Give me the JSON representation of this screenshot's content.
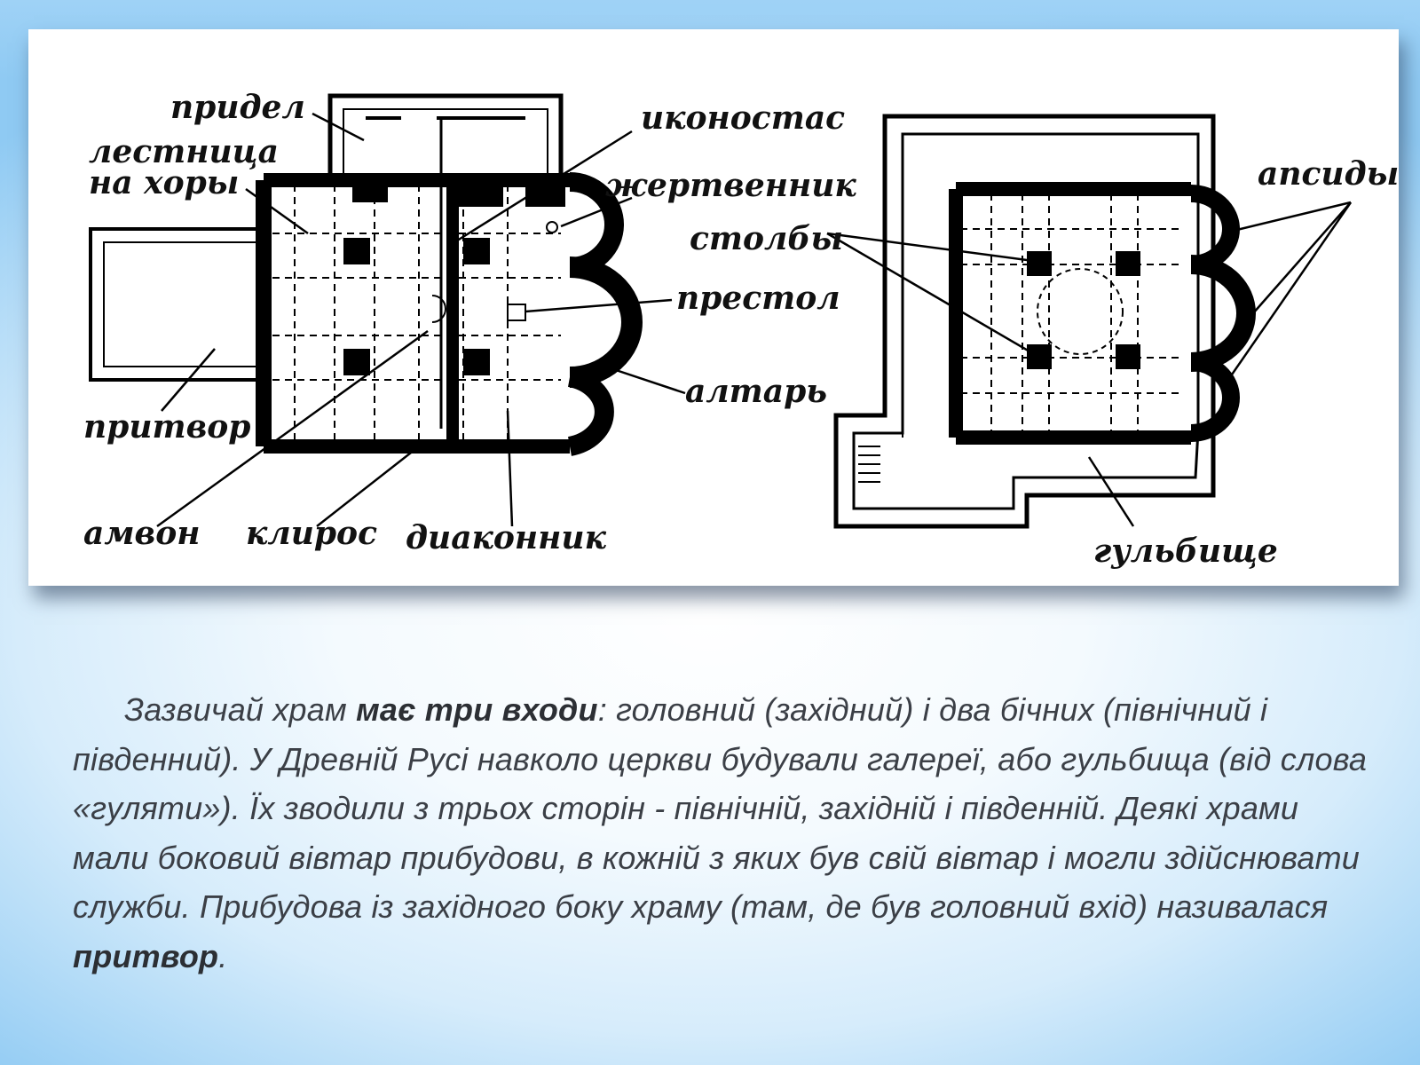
{
  "diagram": {
    "labels_left": {
      "pridel": "придел",
      "lestnica_line1": "лестница",
      "lestnica_line2": "на хоры",
      "pritvor": "притвор",
      "amvon": "амвон",
      "kliros": "клирос",
      "diakonnik": "диаконник",
      "ikonostas": "иконостас",
      "zhertvennik": "жертвенник",
      "stolby": "столбы",
      "prestol": "престол",
      "altar": "алтарь"
    },
    "labels_right": {
      "apsidy": "апсиды",
      "gulbishche": "гульбище"
    }
  },
  "text": {
    "p1_a": "Зазвичай храм ",
    "p1_b": "має три входи",
    "p1_c": ": головний (західний) і два бічних (північний і південний). У Древній Русі навколо церкви будували галереї, або гульбища (від слова «гуляти»). Їх зводили з трьох сторін - північній, західній і південній. Деякі храми мали боковий вівтар прибудови, в кожній з яких був свій вівтар і могли здійснювати служби. Прибудова із західного боку храму (там, де був головний вхід) називалася ",
    "p1_d": "притвор",
    "p1_e": "."
  }
}
